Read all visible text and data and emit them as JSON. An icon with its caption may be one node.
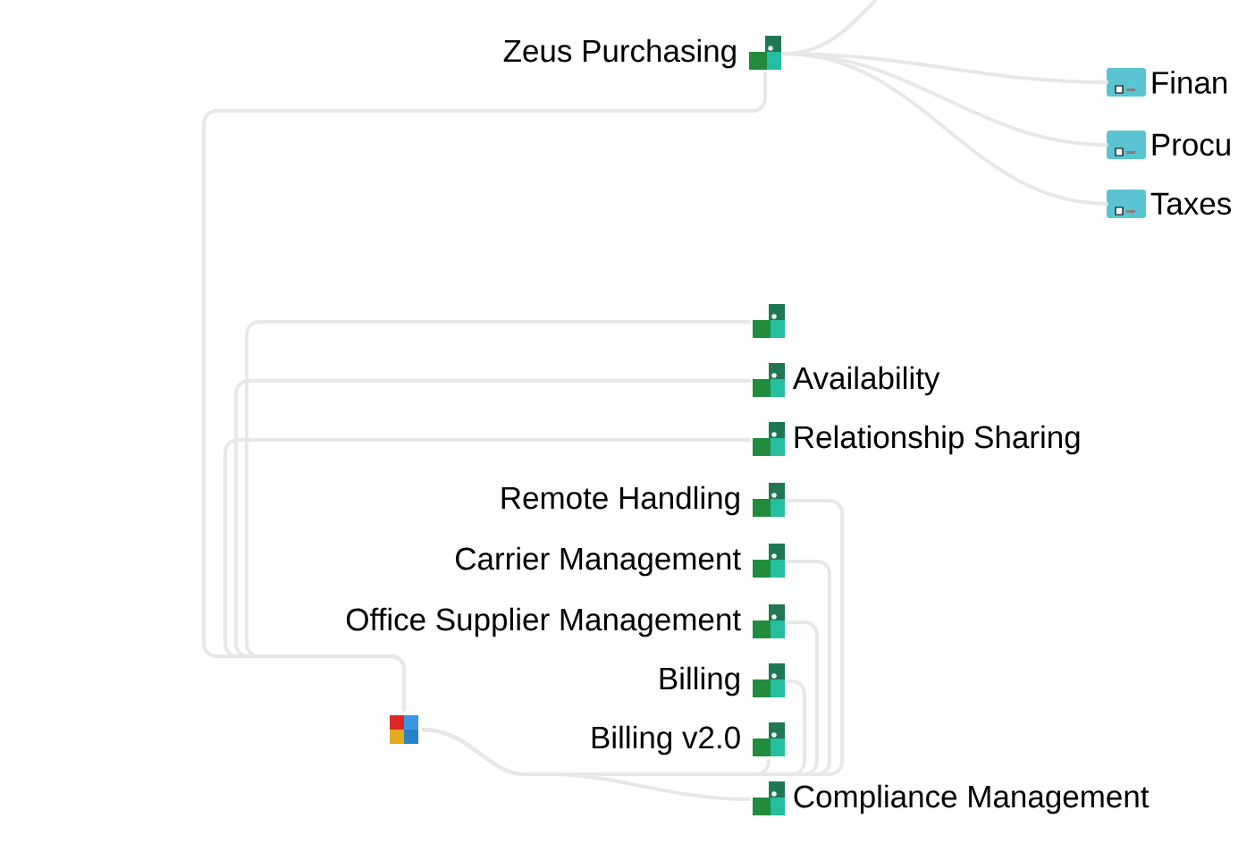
{
  "diagram": {
    "nodes": [
      {
        "text": [
          "Zeus Purchasing"
        ]
      },
      {
        "text": [
          "Finan"
        ]
      },
      {
        "text": [
          "Procu"
        ]
      },
      {
        "text": [
          "Taxes"
        ]
      },
      {
        "text": [],
        "shape": "picture"
      },
      {
        "text": [
          "Availability"
        ]
      },
      {
        "text": [
          "Relationship Sharing"
        ]
      },
      {
        "text": [
          "Remote Handling"
        ]
      },
      {
        "text": [
          "Carrier Management"
        ]
      },
      {
        "text": [
          "Office Supplier Management"
        ]
      },
      {
        "text": [
          "Billing"
        ]
      },
      {
        "text": [
          "Billing v2.0"
        ]
      },
      {
        "text": [],
        "shape": "box"
      },
      {
        "text": [
          "Compliance Management"
        ]
      }
    ],
    "edges": [
      {
        "from": 0,
        "to": null,
        "arrow": "none"
      },
      {
        "from": 0,
        "to": 1,
        "arrow": "none"
      },
      {
        "from": 0,
        "to": 2,
        "arrow": "none"
      },
      {
        "from": 0,
        "to": 3,
        "arrow": "none"
      },
      {
        "from": 12,
        "to": 0,
        "arrow": "none"
      },
      {
        "from": 12,
        "to": 4,
        "arrow": "none"
      },
      {
        "from": 12,
        "to": 5,
        "arrow": "none"
      },
      {
        "from": 12,
        "to": 6,
        "arrow": "none"
      },
      {
        "from": 12,
        "to": 7,
        "arrow": "none"
      },
      {
        "from": 12,
        "to": 8,
        "arrow": "none"
      },
      {
        "from": 12,
        "to": 9,
        "arrow": "none"
      },
      {
        "from": 12,
        "to": 10,
        "arrow": "none"
      },
      {
        "from": 12,
        "to": 11,
        "arrow": "none"
      },
      {
        "from": 12,
        "to": 13,
        "arrow": "none"
      }
    ]
  }
}
